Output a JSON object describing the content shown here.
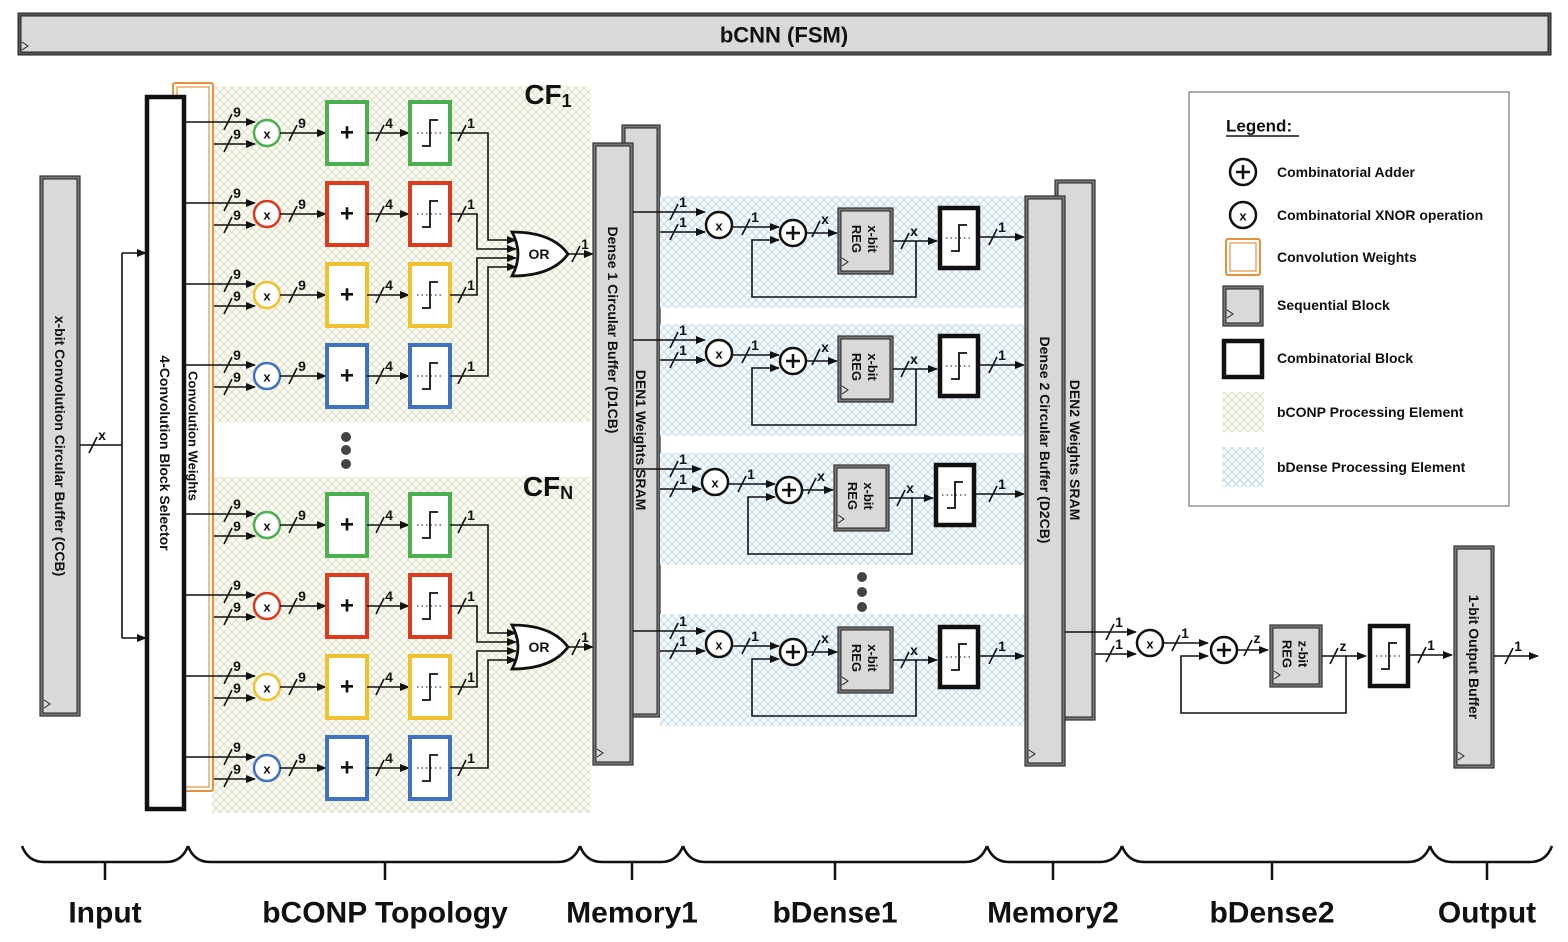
{
  "header": {
    "title": "bCNN (FSM)"
  },
  "blocks": {
    "ccb": "x-bit Convolution Circular Buffer (CCB)",
    "selector": "4-Convolution Block Selector",
    "conv_weights": "Convolution Weights",
    "d1cb": "Dense 1 Circular Buffer (D1CB)",
    "den1_sram": "DEN1 Weights SRAM",
    "d2cb": "Dense 2 Circular Buffer (D2CB)",
    "den2_sram": "DEN2 Weights SRAM",
    "out_buf": "1-bit Output Buffer"
  },
  "filters": [
    {
      "name": "CF",
      "sub": "1"
    },
    {
      "name": "CF",
      "sub": "N"
    }
  ],
  "lane_colors": [
    "#4caf50",
    "#e03a1e",
    "#f2c12e",
    "#3f72c0"
  ],
  "widths": {
    "ccb_out": "x",
    "conv_in": "9",
    "xnor_out": "9",
    "adder_out": "4",
    "thresh_out": "1",
    "or_out": "1",
    "dense_in": "1",
    "dense_xnor_out": "1",
    "dense_acc": "x",
    "dense2_acc": "z",
    "final": "1"
  },
  "symbols": {
    "xnor": "x",
    "adder": "+",
    "or": "OR",
    "reg_x": [
      "x-bit",
      "REG"
    ],
    "reg_z": [
      "z-bit",
      "REG"
    ]
  },
  "legend": {
    "title": "Legend:",
    "items": [
      {
        "icon": "adder-icon",
        "label": "Combinatorial Adder"
      },
      {
        "icon": "xnor-icon",
        "label": "Combinatorial XNOR operation"
      },
      {
        "icon": "conv-weights-icon",
        "label": "Convolution Weights"
      },
      {
        "icon": "sequential-block-icon",
        "label": "Sequential Block"
      },
      {
        "icon": "combinatorial-block-icon",
        "label": "Combinatorial Block"
      },
      {
        "icon": "bconp-pe-icon",
        "label": "bCONP Processing Element"
      },
      {
        "icon": "bdense-pe-icon",
        "label": "bDense Processing Element"
      }
    ]
  },
  "stages": [
    "Input",
    "bCONP Topology",
    "Memory1",
    "bDense1",
    "Memory2",
    "bDense2",
    "Output"
  ]
}
